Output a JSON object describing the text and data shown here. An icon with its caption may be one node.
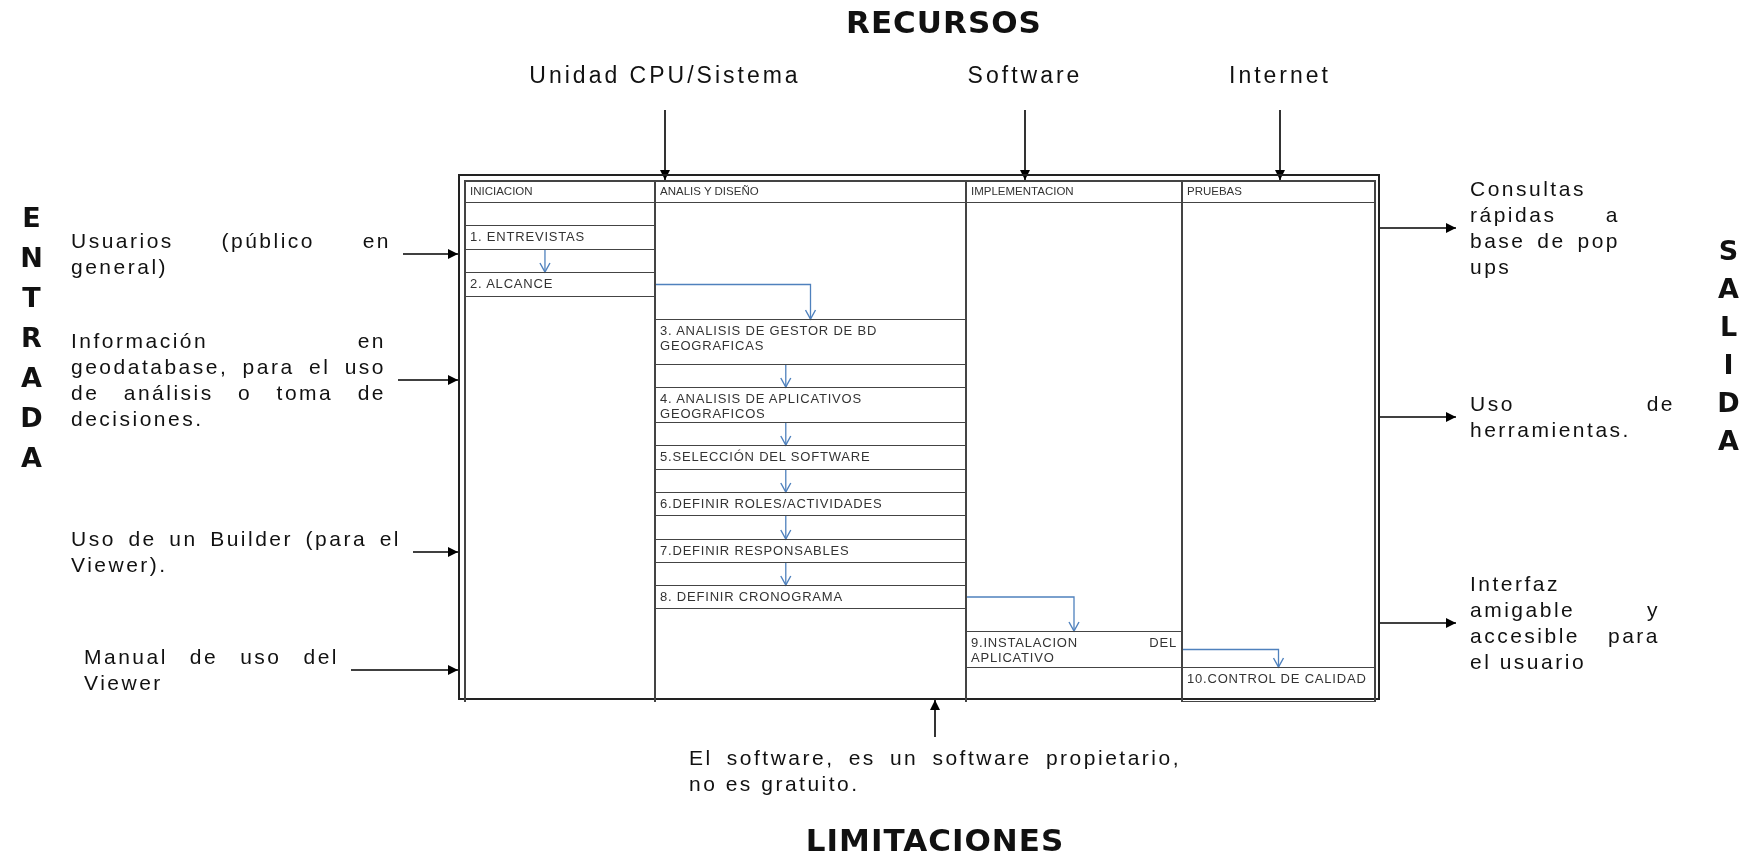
{
  "diagram": {
    "nodes": [
      {
        "text": [],
        "shape": "box"
      },
      {
        "text": [
          "INICIACION"
        ],
        "in": 0
      },
      {
        "text": [
          "ANALIS Y DISEÑO"
        ],
        "in": 0
      },
      {
        "text": [
          "IMPLEMENTACION"
        ],
        "in": 0
      },
      {
        "text": [
          "PRUEBAS"
        ],
        "in": 0
      },
      {
        "text": [
          "1. ENTREVISTAS"
        ],
        "in": 1
      },
      {
        "text": [
          "2. ALCANCE"
        ],
        "in": 1
      },
      {
        "text": [
          "3. ANALISIS DE GESTOR DE BD GEOGRAFICAS"
        ],
        "in": 2
      },
      {
        "text": [
          "4. ANALISIS DE APLICATIVOS GEOGRAFICOS"
        ],
        "in": 2
      },
      {
        "text": [
          "5.SELECCIÓN DEL SOFTWARE"
        ],
        "in": 2
      },
      {
        "text": [
          "6.DEFINIR ROLES/ACTIVIDADES"
        ],
        "in": 2
      },
      {
        "text": [
          "7.DEFINIR RESPONSABLES"
        ],
        "in": 2
      },
      {
        "text": [
          "8. DEFINIR CRONOGRAMA"
        ],
        "in": 2
      },
      {
        "text": [
          "9.INSTALACION DEL APLICATIVO"
        ],
        "in": 3
      },
      {
        "text": [
          "10.CONTROL DE CALIDAD"
        ],
        "in": 4
      },
      {
        "text": [
          "Unidad CPU/Sistema"
        ]
      },
      {
        "text": [
          "Software"
        ]
      },
      {
        "text": [
          "Internet"
        ]
      },
      {
        "text": [
          "Usuarios (público en general)"
        ]
      },
      {
        "text": [
          "Información en geodatabase, para el uso de análisis o toma de decisiones."
        ]
      },
      {
        "text": [
          "Uso de un Builder (para el Viewer)."
        ]
      },
      {
        "text": [
          "Manual de uso del Viewer"
        ]
      },
      {
        "text": [
          "Consultas rápidas a base de pop ups"
        ]
      },
      {
        "text": [
          "Uso de herramientas."
        ]
      },
      {
        "text": [
          "Interfaz amigable y accesible para el usuario"
        ]
      },
      {
        "text": [
          "El software, es un software propietario, no es gratuito."
        ]
      }
    ],
    "edges": [
      {
        "from": 5,
        "to": 6,
        "arrow": "to",
        "color": "#4f81bd"
      },
      {
        "from": 6,
        "to": 7,
        "arrow": "to",
        "color": "#4f81bd"
      },
      {
        "from": 7,
        "to": 8,
        "arrow": "to",
        "color": "#4f81bd"
      },
      {
        "from": 8,
        "to": 9,
        "arrow": "to",
        "color": "#4f81bd"
      },
      {
        "from": 9,
        "to": 10,
        "arrow": "to",
        "color": "#4f81bd"
      },
      {
        "from": 10,
        "to": 11,
        "arrow": "to",
        "color": "#4f81bd"
      },
      {
        "from": 11,
        "to": 12,
        "arrow": "to",
        "color": "#4f81bd"
      },
      {
        "from": 12,
        "to": 13,
        "arrow": "to",
        "color": "#4f81bd"
      },
      {
        "from": 13,
        "to": 14,
        "arrow": "to",
        "color": "#4f81bd"
      },
      {
        "from": 15,
        "to": 2,
        "arrow": "to"
      },
      {
        "from": 16,
        "to": 3,
        "arrow": "to"
      },
      {
        "from": 17,
        "to": 4,
        "arrow": "to"
      },
      {
        "from": 18,
        "to": 0,
        "arrow": "to"
      },
      {
        "from": 19,
        "to": 0,
        "arrow": "to"
      },
      {
        "from": 20,
        "to": 0,
        "arrow": "to"
      },
      {
        "from": 21,
        "to": 0,
        "arrow": "to"
      },
      {
        "from": 0,
        "to": 22,
        "arrow": "to"
      },
      {
        "from": 0,
        "to": 23,
        "arrow": "to"
      },
      {
        "from": 0,
        "to": 24,
        "arrow": "to"
      },
      {
        "from": 25,
        "to": 0,
        "arrow": "to"
      }
    ],
    "labels": [
      "RECURSOS",
      "ENTRADA",
      "SALIDA",
      "LIMITACIONES"
    ]
  }
}
